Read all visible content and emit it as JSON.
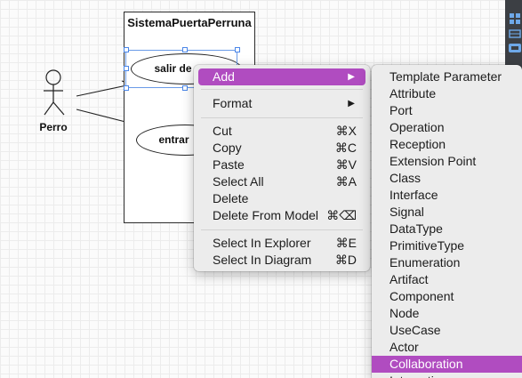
{
  "diagram": {
    "system_name": "SistemaPuertaPerruna",
    "actor_name": "Perro",
    "use_cases": [
      "salir de",
      "entrar"
    ]
  },
  "context_menu": {
    "add": {
      "label": "Add",
      "shortcut": ""
    },
    "format": {
      "label": "Format",
      "shortcut": ""
    },
    "cut": {
      "label": "Cut",
      "shortcut": "⌘X"
    },
    "copy": {
      "label": "Copy",
      "shortcut": "⌘C"
    },
    "paste": {
      "label": "Paste",
      "shortcut": "⌘V"
    },
    "select_all": {
      "label": "Select All",
      "shortcut": "⌘A"
    },
    "delete": {
      "label": "Delete",
      "shortcut": ""
    },
    "delete_from_model": {
      "label": "Delete From Model",
      "shortcut": "⌘⌫"
    },
    "select_in_explorer": {
      "label": "Select In Explorer",
      "shortcut": "⌘E"
    },
    "select_in_diagram": {
      "label": "Select In Diagram",
      "shortcut": "⌘D"
    }
  },
  "submenu": {
    "items": [
      "Template Parameter",
      "Attribute",
      "Port",
      "Operation",
      "Reception",
      "Extension Point",
      "Class",
      "Interface",
      "Signal",
      "DataType",
      "PrimitiveType",
      "Enumeration",
      "Artifact",
      "Component",
      "Node",
      "UseCase",
      "Actor",
      "Collaboration",
      "Interaction"
    ],
    "highlighted": "Collaboration"
  },
  "colors": {
    "menu_highlight": "#b04cc0",
    "selection": "#4a86e8",
    "menu_background": "#ececec"
  },
  "icons": [
    "grid-icon",
    "model-icon"
  ]
}
